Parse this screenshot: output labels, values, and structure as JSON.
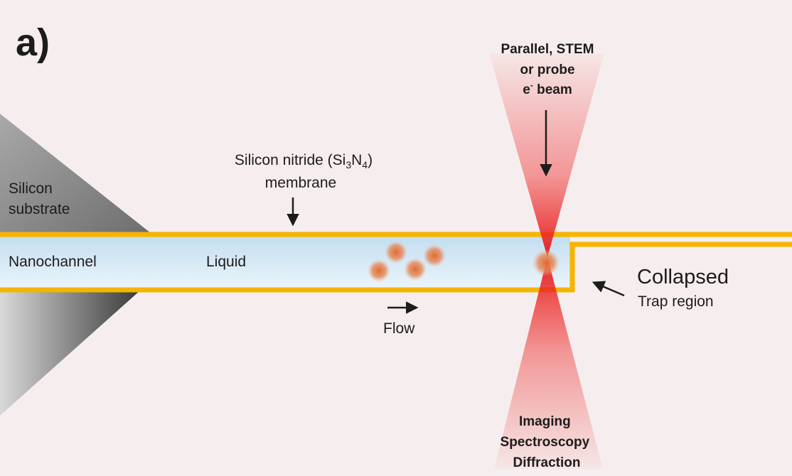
{
  "panel_label": "a)",
  "labels": {
    "silicon_substrate": [
      "Silicon",
      "substrate"
    ],
    "membrane_line1_pre": "Silicon nitride (Si",
    "membrane_sub3": "3",
    "membrane_N": "N",
    "membrane_sub4": "4",
    "membrane_close": ")",
    "membrane_line2": "membrane",
    "nanochannel": "Nanochannel",
    "liquid": "Liquid",
    "flow": "Flow",
    "collapsed": "Collapsed",
    "trap_region": "Trap region",
    "beam_line1": "Parallel, STEM",
    "beam_line2": "or probe",
    "beam_e": "e",
    "beam_sup": "-",
    "beam_word": " beam",
    "detection": [
      "Imaging",
      "Spectroscopy",
      "Diffraction"
    ]
  },
  "colors": {
    "background": "#f6eeee",
    "membrane": "#f6b400",
    "liquid_top": "#c3def0",
    "liquid_bottom": "#e8f3fa",
    "beam": "#ee2b2b",
    "particle": "#e0703a",
    "substrate": "#8a8a8a"
  }
}
